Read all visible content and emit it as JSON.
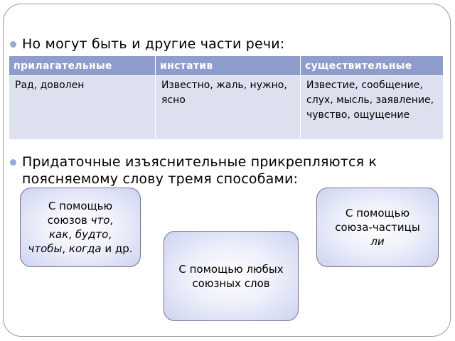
{
  "slide": {
    "bullet1": "Но могут быть и другие части речи:",
    "bullet2": "Придаточные изъяснительные прикрепляются к поясняемому слову тремя способами:",
    "bullet_color": "#9aa6d8"
  },
  "table": {
    "headers": [
      "прилагательные",
      "инстатив",
      "существительные"
    ],
    "rows": [
      [
        "Рад, доволен",
        "Известно, жаль, нужно, ясно",
        "Известие, сообщение, слух, мысль, заявление, чувство, ощущение"
      ]
    ],
    "header_color": "#8f9dcc",
    "body_color": "#dde0ef"
  },
  "boxes": {
    "left": {
      "line1": "С помощью",
      "line2_prefix": "союзов ",
      "italic1": "что",
      "sep1": ",",
      "italic2": "как",
      "sep2": ", ",
      "italic3": "будто",
      "sep3": ",",
      "italic4": "чтобы",
      "sep4": ", ",
      "italic5": "когда",
      "suffix": " и др."
    },
    "right": {
      "line1": "С помощью",
      "line2": "союза-частицы",
      "italic": "ли"
    },
    "middle": {
      "text": "С помощью любых союзных слов"
    }
  }
}
